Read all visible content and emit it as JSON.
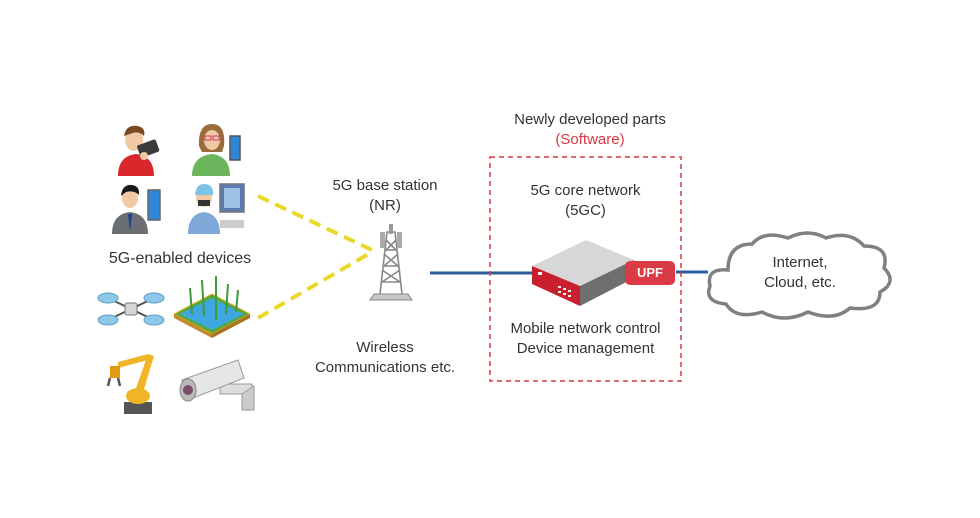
{
  "devices": {
    "label": "5G-enabled devices",
    "items": [
      {
        "name": "person-with-tablet"
      },
      {
        "name": "person-with-monitor"
      },
      {
        "name": "businessman-with-display"
      },
      {
        "name": "surgeon-remote-operation"
      },
      {
        "name": "drone"
      },
      {
        "name": "smart-agriculture-field"
      },
      {
        "name": "industrial-robot-arm"
      },
      {
        "name": "security-camera"
      }
    ]
  },
  "base_station": {
    "title_line1": "5G base station",
    "title_line2": "(NR)",
    "caption_line1": "Wireless",
    "caption_line2": "Communications etc."
  },
  "core": {
    "header_line1": "Newly developed parts",
    "header_line2": "(Software)",
    "title_line1": "5G core network",
    "title_line2": "(5GC)",
    "badge": "UPF",
    "caption_line1": "Mobile network control",
    "caption_line2": "Device management"
  },
  "cloud": {
    "line1": "Internet,",
    "line2": "Cloud, etc."
  },
  "colors": {
    "accent_red": "#d93a44",
    "link_blue": "#2e5d9b",
    "wireless_yellow": "#e8d92a",
    "text": "#333333",
    "cloud_stroke": "#808080"
  }
}
